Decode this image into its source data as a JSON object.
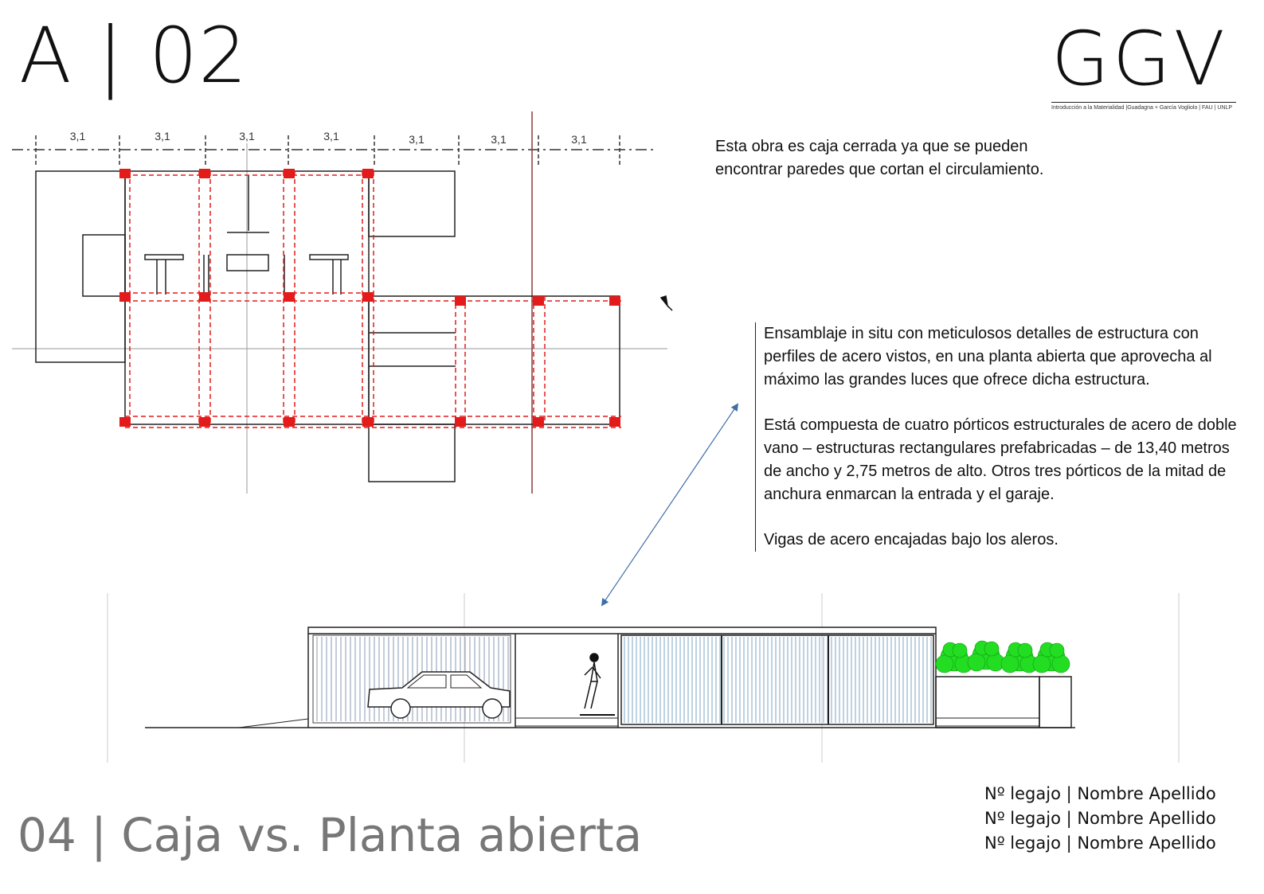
{
  "header": {
    "sheet_code": "A | 02",
    "logo_text": "GGV",
    "logo_subtitle": "Introducción a la Materialidad |Guadagna + García Vogliolo | FAU | UNLP"
  },
  "plan": {
    "dimensions": [
      "3,1",
      "3,1",
      "3,1",
      "3,1",
      "3,1",
      "3,1",
      "3,1"
    ],
    "structure_color": "#e31b1b",
    "axis_highlight_color": "#8b3a3a"
  },
  "notes": {
    "closed_box": "Esta obra es caja cerrada ya que se pueden encontrar paredes que cortan el circulamiento.",
    "assembly": [
      "Ensamblaje in situ con meticulosos detalles de estructura con perfiles de acero vistos, en una planta abierta que aprovecha al máximo las grandes luces que ofrece dicha estructura.",
      "Está compuesta de cuatro pórticos estructurales de acero de doble vano – estructuras rectangulares prefabricadas – de 13,40 metros de ancho y 2,75 metros de alto. Otros tres pórticos de la mitad de anchura enmarcan la entrada y el garaje.",
      "Vigas de acero encajadas bajo los aleros."
    ]
  },
  "elevation": {
    "glazing_color": "#5a8fb8",
    "vegetation_color": "#22dd22",
    "arrow_color": "#3f6fa8"
  },
  "students": [
    "Nº legajo | Nombre Apellido",
    "Nº legajo | Nombre Apellido",
    "Nº legajo | Nombre Apellido"
  ],
  "footer": {
    "title": "04 | Caja vs. Planta abierta"
  }
}
